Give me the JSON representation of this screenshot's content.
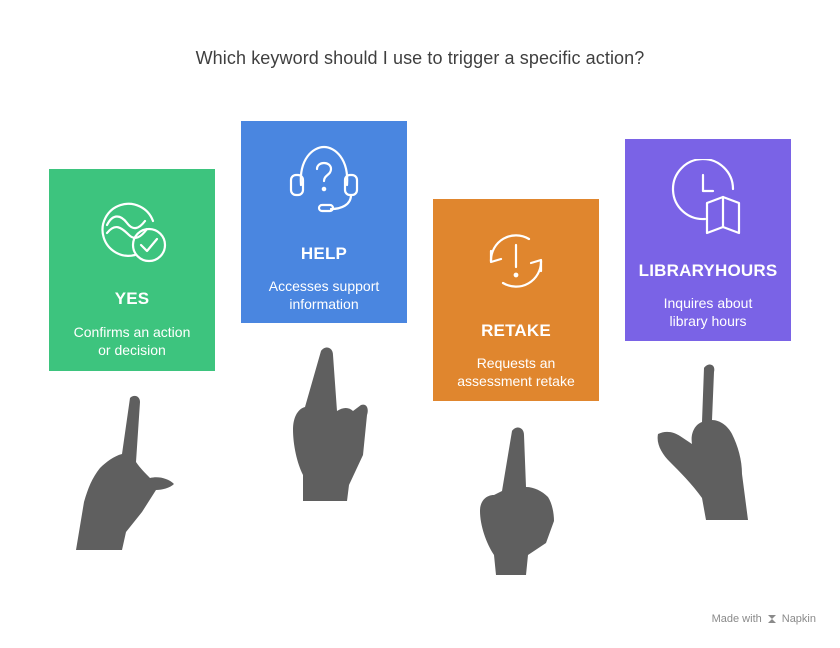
{
  "title": "Which keyword should I use to trigger a specific action?",
  "cards": [
    {
      "label": "YES",
      "desc_line1": "Confirms an action",
      "desc_line2": "or decision",
      "color": "#3dc47e",
      "icon": "handshake-check-icon"
    },
    {
      "label": "HELP",
      "desc_line1": "Accesses support",
      "desc_line2": "information",
      "color": "#4a86e0",
      "icon": "headset-question-icon"
    },
    {
      "label": "RETAKE",
      "desc_line1": "Requests an",
      "desc_line2": "assessment retake",
      "color": "#e0862e",
      "icon": "retry-alert-icon"
    },
    {
      "label": "LIBRARYHOURS",
      "desc_line1": "Inquires about",
      "desc_line2": "library hours",
      "color": "#7a63e6",
      "icon": "clock-book-icon"
    }
  ],
  "footer": {
    "made_with": "Made with",
    "brand": "Napkin"
  },
  "hand_color": "#5f5f5f"
}
